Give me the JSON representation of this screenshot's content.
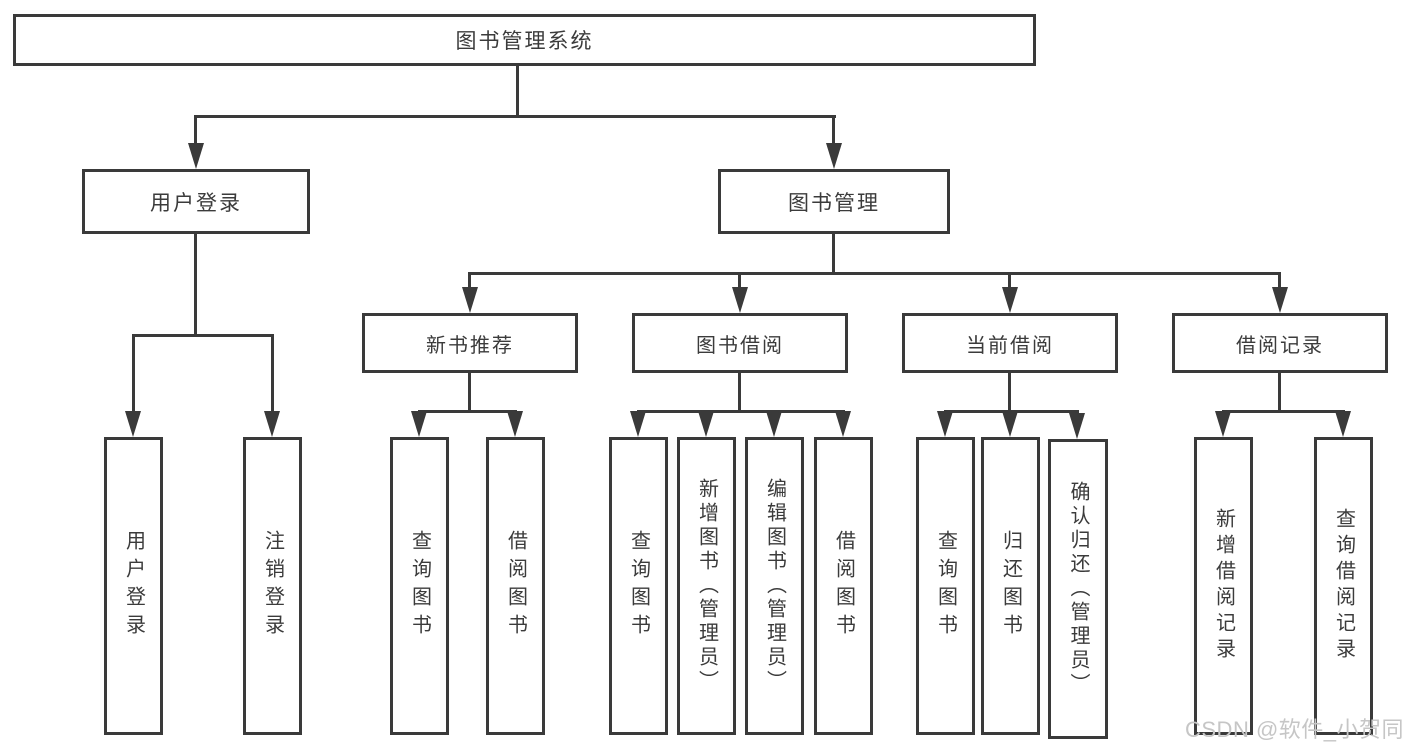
{
  "diagram": {
    "root_label": "图书管理系统",
    "level2": {
      "user_login": "用户登录",
      "book_mgmt": "图书管理"
    },
    "level3": {
      "new_books": "新书推荐",
      "borrowing": "图书借阅",
      "current": "当前借阅",
      "records": "借阅记录"
    },
    "leaves": {
      "user_login": [
        "用户登录",
        "注销登录"
      ],
      "new_books": [
        "查询图书",
        "借阅图书"
      ],
      "borrowing": [
        "查询图书",
        "新增图书（管理员）",
        "编辑图书（管理员）",
        "借阅图书"
      ],
      "current": [
        "查询图书",
        "归还图书",
        "确认归还（管理员）"
      ],
      "records": [
        "新增借阅记录",
        "查询借阅记录"
      ]
    }
  },
  "watermark": {
    "text": "CSDN @软件_小贺同学"
  },
  "colors": {
    "line": "#3a3a3a",
    "text": "#3b3b3b",
    "watermark": "#c6c6c6",
    "background": "#ffffff"
  }
}
